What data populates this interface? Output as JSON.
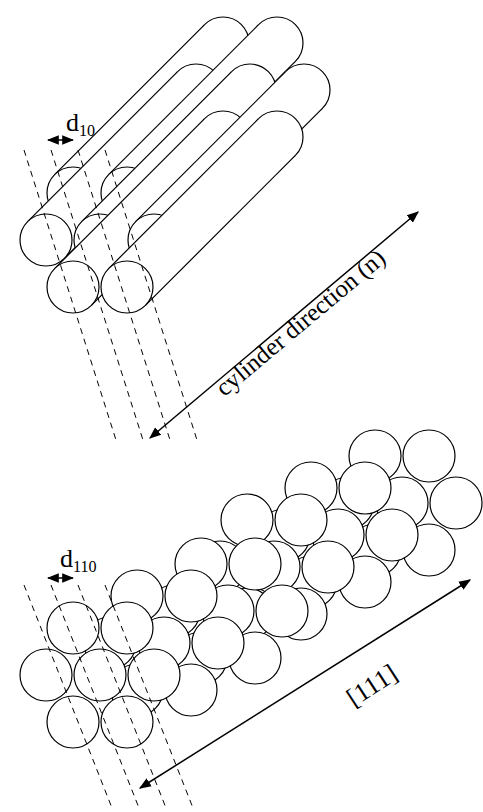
{
  "diagram": {
    "labels": [
      "d10",
      "cylinder direction (n)",
      "d110",
      "[111]"
    ]
  }
}
